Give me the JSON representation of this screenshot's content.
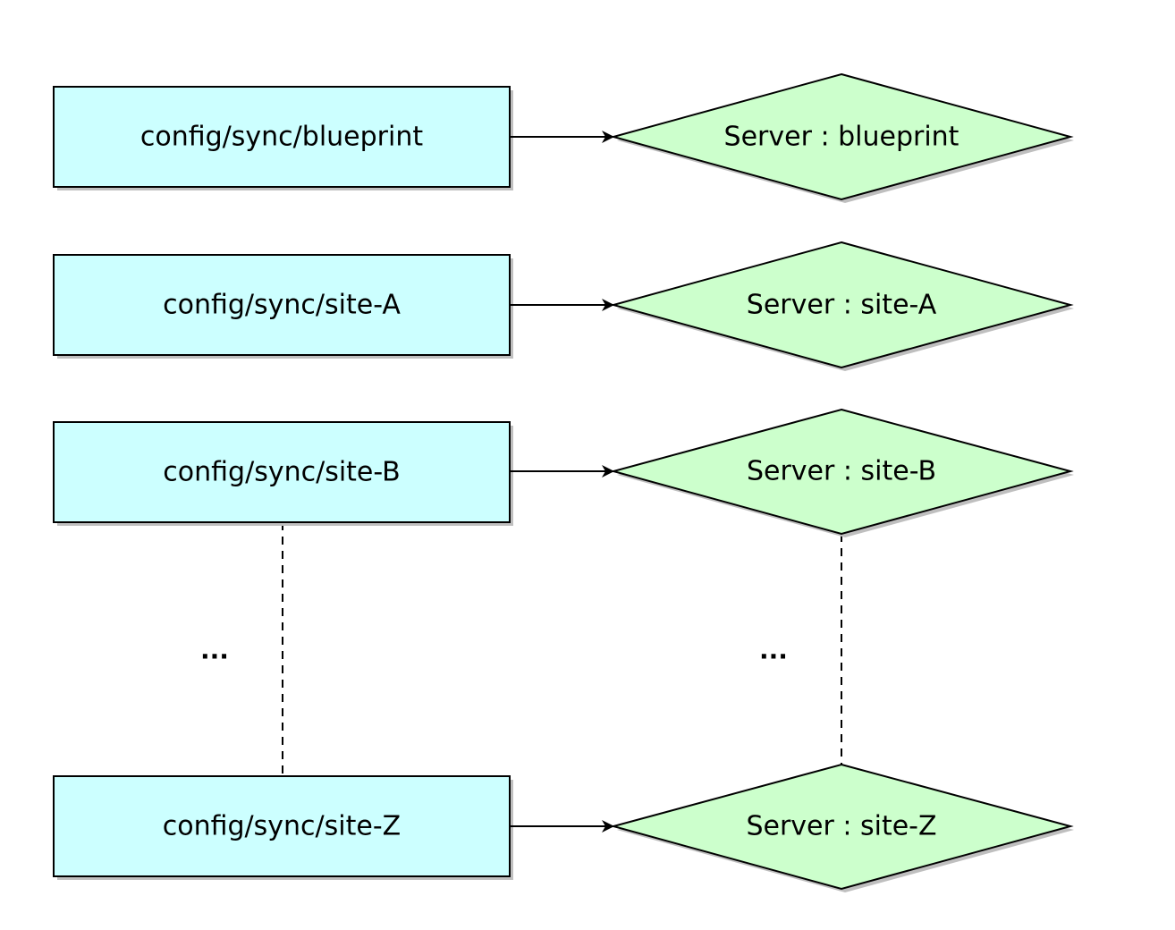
{
  "colors": {
    "source_fill": "#ccffff",
    "target_fill": "#ccffcc",
    "stroke": "#000000",
    "shadow": "#bfbfbf"
  },
  "rows": [
    {
      "source": "config/sync/blueprint",
      "target": "Server : blueprint"
    },
    {
      "source": "config/sync/site-A",
      "target": "Server : site-A"
    },
    {
      "source": "config/sync/site-B",
      "target": "Server : site-B"
    },
    {
      "source": "config/sync/site-Z",
      "target": "Server : site-Z"
    }
  ],
  "ellipsis": {
    "left": "...",
    "right": "..."
  }
}
